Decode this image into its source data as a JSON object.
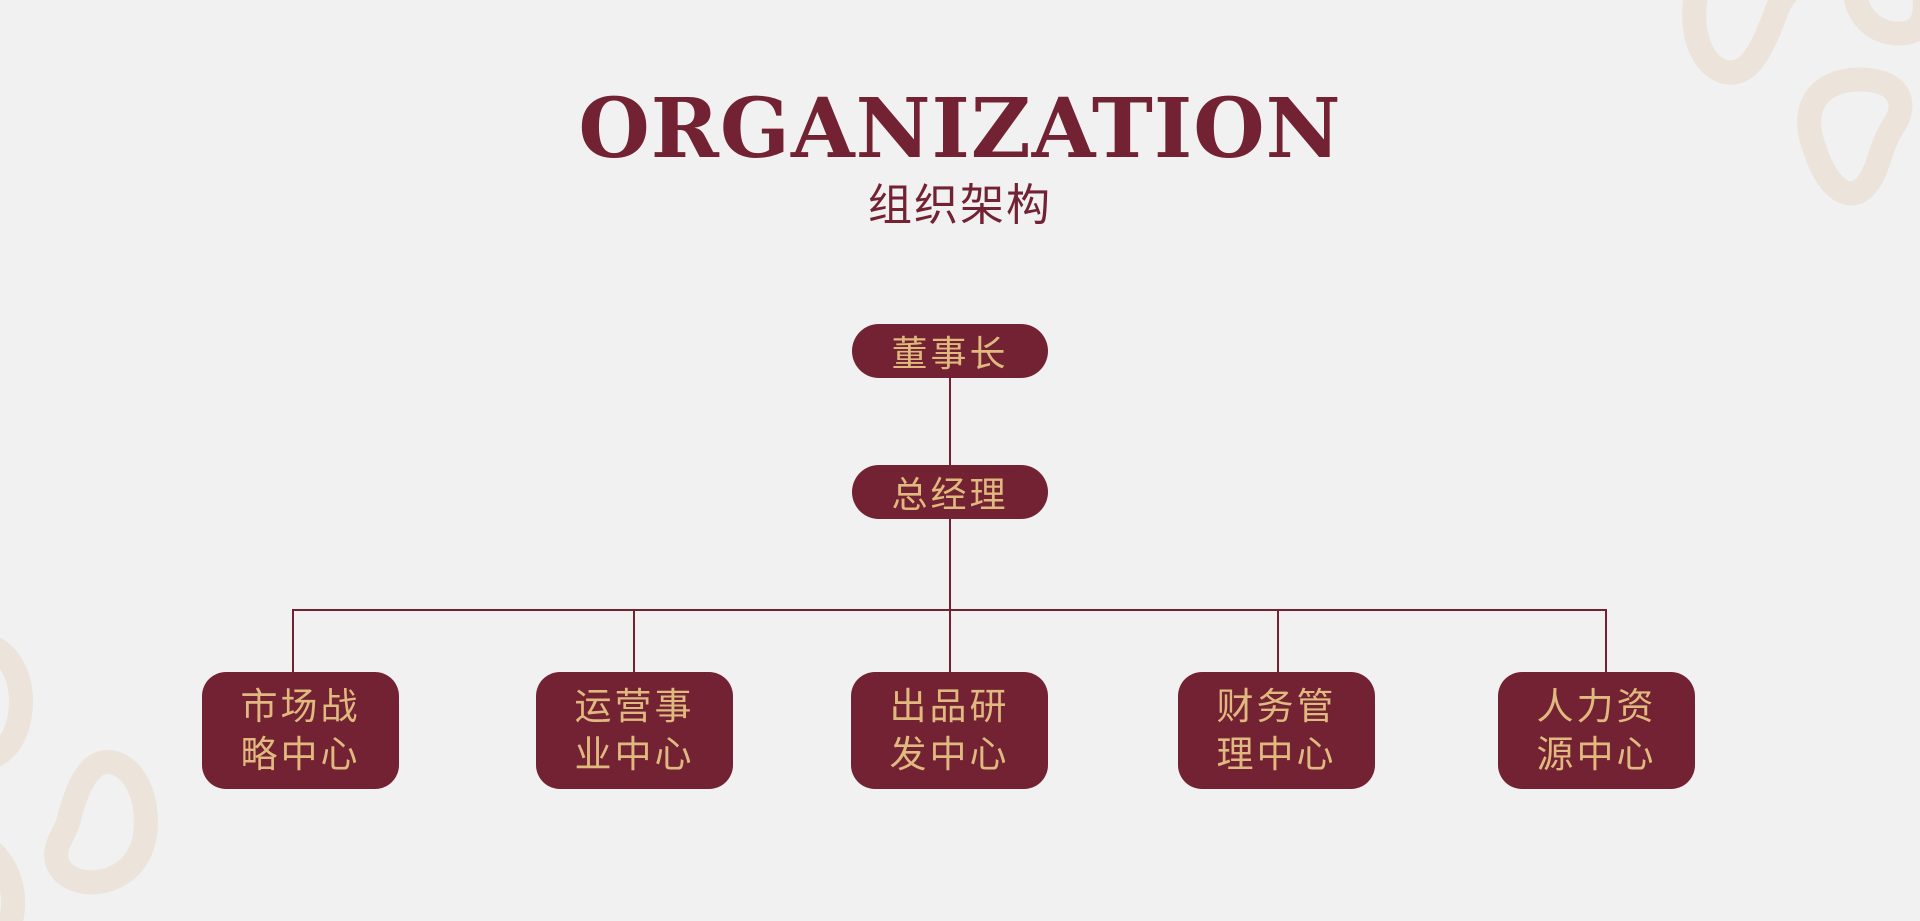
{
  "header": {
    "title": "ORGANIZATION",
    "subtitle": "组织架构"
  },
  "chart": {
    "root": "董事长",
    "manager": "总经理",
    "departments": [
      {
        "label": "市场战略中心"
      },
      {
        "label": "运营事业中心"
      },
      {
        "label": "出品研发中心"
      },
      {
        "label": "财务管理中心"
      },
      {
        "label": "人力资源中心"
      }
    ]
  },
  "colors": {
    "primary": "#722233",
    "text_on_primary": "#e0b97f",
    "background": "#f1f1f1",
    "decoration": "#ece3da"
  }
}
